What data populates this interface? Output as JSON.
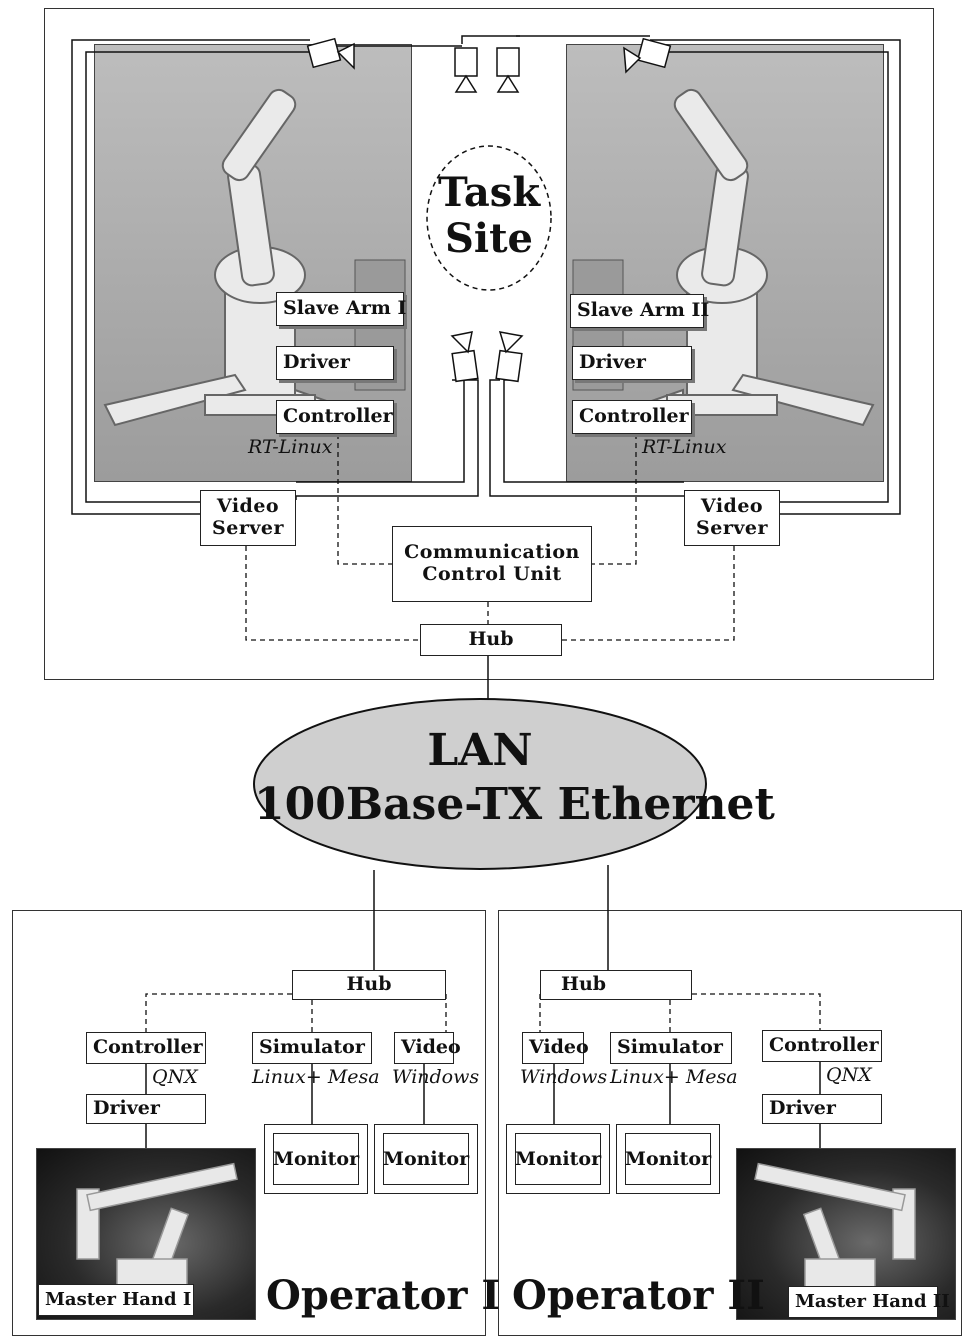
{
  "task_site": {
    "title_line1": "Task",
    "title_line2": "Site",
    "left": {
      "slave_arm": "Slave Arm I",
      "driver": "Driver",
      "controller": "Controller",
      "os": "RT-Linux",
      "video_server": "Video\nServer"
    },
    "right": {
      "slave_arm": "Slave Arm II",
      "driver": "Driver",
      "controller": "Controller",
      "os": "RT-Linux",
      "video_server": "Video\nServer"
    },
    "comm_unit": "Communication\nControl Unit",
    "hub": "Hub"
  },
  "lan": {
    "line1": "LAN",
    "line2": "100Base-TX Ethernet"
  },
  "operator1": {
    "hub": "Hub",
    "controller": "Controller",
    "controller_os": "QNX",
    "driver": "Driver",
    "simulator": "Simulator",
    "simulator_os": "Linux+ Mesa",
    "video": "Video",
    "video_os": "Windows",
    "monitor1": "Monitor",
    "monitor2": "Monitor",
    "master_hand": "Master Hand I",
    "title": "Operator I"
  },
  "operator2": {
    "hub": "Hub",
    "video": "Video",
    "video_os": "Windows",
    "simulator": "Simulator",
    "simulator_os": "Linux+ Mesa",
    "controller": "Controller",
    "controller_os": "QNX",
    "driver": "Driver",
    "monitor1": "Monitor",
    "monitor2": "Monitor",
    "master_hand": "Master Hand II",
    "title": "Operator II"
  }
}
